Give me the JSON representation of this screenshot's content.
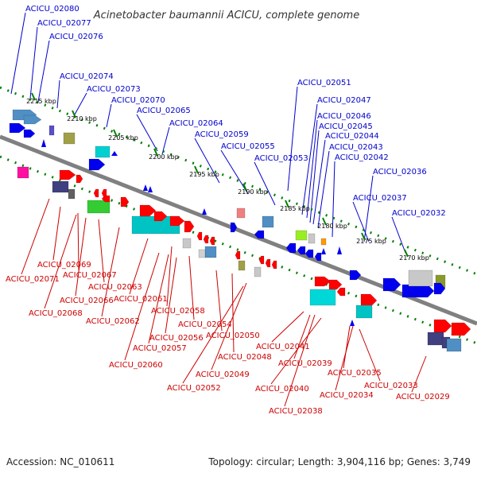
{
  "title": "Acinetobacter baumannii ACICU, complete genome",
  "footer": {
    "accession": "Accession: NC_010611",
    "topology": "Topology: circular; Length: 3,904,116 bp; Genes: 3,749"
  },
  "colors": {
    "top_label": "#0000cc",
    "bottom_label": "#cc0000",
    "backbone": "#808080",
    "tick": "#008000"
  },
  "ticks": [
    "2215 kbp",
    "2210 kbp",
    "2205 kbp",
    "2200 kbp",
    "2195 kbp",
    "2190 kbp",
    "2185 kbp",
    "2180 kbp",
    "2175 kbp",
    "2170 kbp"
  ],
  "top_labels": [
    "ACICU_02080",
    "ACICU_02077",
    "ACICU_02076",
    "ACICU_02074",
    "ACICU_02073",
    "ACICU_02070",
    "ACICU_02065",
    "ACICU_02064",
    "ACICU_02059",
    "ACICU_02055",
    "ACICU_02053",
    "ACICU_02051",
    "ACICU_02047",
    "ACICU_02046",
    "ACICU_02045",
    "ACICU_02044",
    "ACICU_02043",
    "ACICU_02042",
    "ACICU_02036",
    "ACICU_02037",
    "ACICU_02032"
  ],
  "bottom_labels": [
    "ACICU_02069",
    "ACICU_02071",
    "ACICU_02067",
    "ACICU_02063",
    "ACICU_02066",
    "ACICU_02068",
    "ACICU_02061",
    "ACICU_02062",
    "ACICU_02058",
    "ACICU_02054",
    "ACICU_02056",
    "ACICU_02057",
    "ACICU_02060",
    "ACICU_02050",
    "ACICU_02048",
    "ACICU_02049",
    "ACICU_02052",
    "ACICU_02041",
    "ACICU_02039",
    "ACICU_02040",
    "ACICU_02038",
    "ACICU_02035",
    "ACICU_02034",
    "ACICU_02033",
    "ACICU_02029"
  ]
}
